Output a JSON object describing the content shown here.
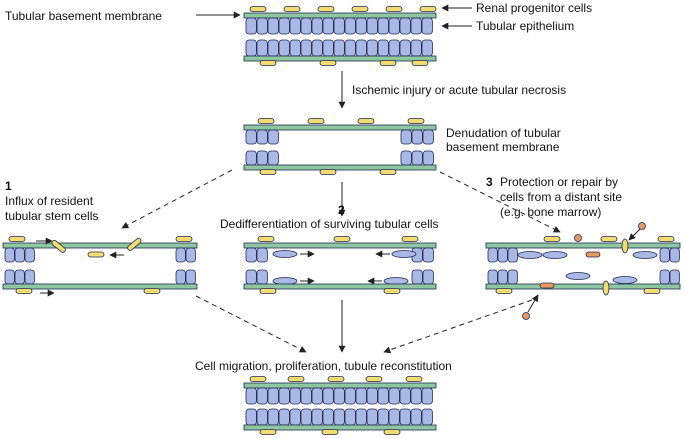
{
  "labels": {
    "tubular_basement_membrane": "Tubular basement membrane",
    "renal_progenitor_cells": "Renal progenitor cells",
    "tubular_epithelium": "Tubular epithelium",
    "ischemic_injury": "Ischemic injury or acute tubular necrosis",
    "denudation_line1": "Denudation of tubular",
    "denudation_line2": "basement membrane",
    "path1_number": "1",
    "path1_line1": "Influx of resident",
    "path1_line2": "tubular stem cells",
    "path2_number": "2",
    "path2_text": "Dedifferentiation of surviving tubular cells",
    "path3_number": "3",
    "path3_line1": "Protection or repair by",
    "path3_line2": "cells from a distant site",
    "path3_line3": "(e.g. bone marrow)",
    "final": "Cell migration, proliferation, tubule reconstitution"
  },
  "colors": {
    "membrane_green": "#8fc7a0",
    "epithelial_cell_blue": "#aab8e6",
    "progenitor_yellow": "#f2dc6e",
    "bone_marrow_orange": "#e7985a",
    "outline": "#1f2a55",
    "arrow": "#222222"
  }
}
